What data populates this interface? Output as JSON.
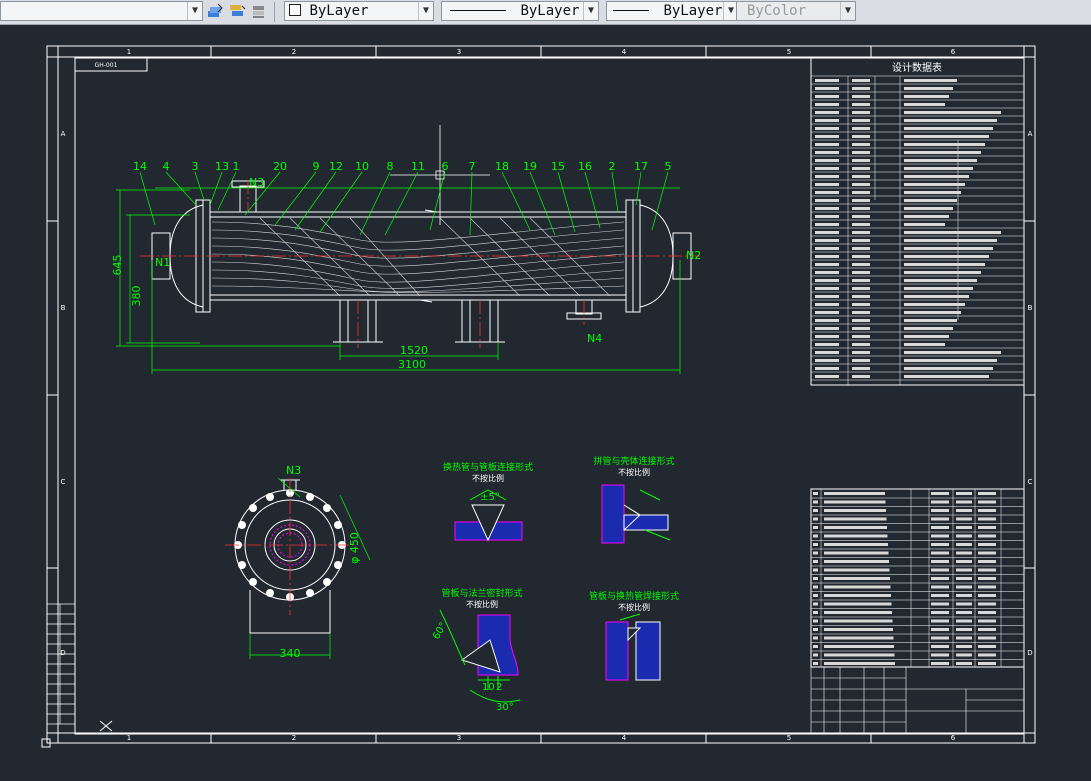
{
  "toolbar": {
    "color_combo": "ByLayer",
    "linetype_combo": "ByLayer",
    "lineweight_combo": "ByLayer",
    "plotstyle_combo": "ByColor",
    "color_swatch": "#ffffff"
  },
  "drawing": {
    "grid_columns": [
      "1",
      "2",
      "3",
      "4",
      "5",
      "6"
    ],
    "grid_rows": [
      "A",
      "B",
      "C",
      "D"
    ],
    "drawing_number_box": "GH-001",
    "title_block_title": "设计数据表",
    "callouts": [
      "14",
      "4",
      "3",
      "13",
      "1",
      "20",
      "9",
      "12",
      "10",
      "8",
      "11",
      "6",
      "7",
      "18",
      "19",
      "15",
      "16",
      "2",
      "17",
      "5"
    ],
    "nozzles": {
      "n1": "N1",
      "n2": "N2",
      "n3": "N3",
      "n4": "N4"
    },
    "dimensions": {
      "overall_length": "3100",
      "support_spacing": "1520",
      "height_645": "645",
      "height_380": "380",
      "end_width": "340",
      "end_diameter": "φ 450"
    },
    "end_view_label": "N3",
    "detail_titles": [
      "换热管与管板连接形式",
      "拼管与壳体连接形式",
      "管板与法兰密封形式",
      "管板与换热管焊接形式"
    ],
    "detail_subtitle": "不按比例",
    "detail_dims": {
      "angle_5": "±5°",
      "angle_60": "60°",
      "angle_30": "30°",
      "dim_10": "10",
      "dim_2": "2"
    }
  },
  "colors": {
    "background": "#212830",
    "frame": "#ffffff",
    "geometry": "#ffffff",
    "dimension": "#00ff00",
    "centerline": "#ff3030",
    "highlight": "#ff00ff",
    "weld_fill": "#1a2bb0"
  }
}
